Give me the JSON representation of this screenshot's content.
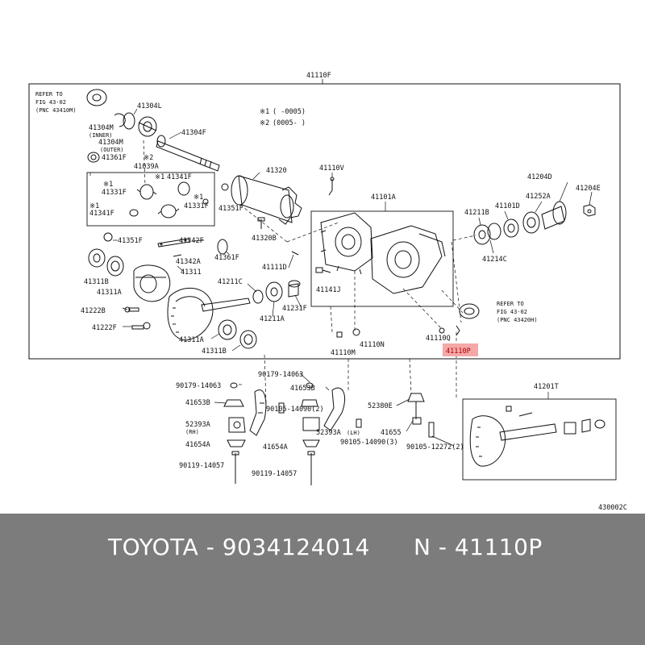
{
  "diagram": {
    "assembly_label": "41110F",
    "code": "430002C",
    "legend": {
      "l1_mark": "※1",
      "l1_text": "(     -0005)",
      "l2_mark": "※2",
      "l2_text": "(0005-     )"
    },
    "refer_top": {
      "l1": "REFER TO",
      "l2": "FIG 43-02",
      "l3": "(PNC 43410M)"
    },
    "refer_right": {
      "l1": "REFER TO",
      "l2": "FIG 43-02",
      "l3": "(PNC 43420H)"
    },
    "labels": {
      "p41304L": "41304L",
      "p41304M_inner": "41304M",
      "inner": "(INNER)",
      "p41304M_outer": "41304M",
      "outer": "(OUTER)",
      "p41304F": "41304F",
      "p41361F_a": "41361F",
      "mark2": "※2",
      "p41039A": "41039A",
      "mark1_a": "※1",
      "p41341F_a": "41341F",
      "mark1_b": "※1",
      "p41331F_a": "41331F",
      "mark1_c": "※1",
      "p41341F_b": "41341F",
      "mark1_d": "※1",
      "p41331F_b": "41331F",
      "p41351F_a": "41351F",
      "p41351F_b": "41351F",
      "p41342F": "41342F",
      "p41361F_b": "41361F",
      "p41342A": "41342A",
      "p41311": "41311",
      "p41311B_a": "41311B",
      "p41311A_a": "41311A",
      "p41222B": "41222B",
      "p41222F": "41222F",
      "p41311A_b": "41311A",
      "p41311B_b": "41311B",
      "p41320": "41320",
      "p41320B": "41320B",
      "p41110V": "41110V",
      "p41101A": "41101A",
      "p41111D": "41111D",
      "p41141J": "41141J",
      "p41211C": "41211C",
      "p41231F": "41231F",
      "p41211A": "41211A",
      "p41110N": "41110N",
      "p41110M": "41110M",
      "p41110Q": "41110Q",
      "p41110P": "41110P",
      "p41211B": "41211B",
      "p41101D": "41101D",
      "p41252A": "41252A",
      "p41204D": "41204D",
      "p41204E": "41204E",
      "p41214C": "41214C",
      "p90179_a": "90179-14063",
      "p90179_b": "90179-14063",
      "p41653B_a": "41653B",
      "p41653B_b": "41653B",
      "p90105_2": "90105-14090(2)",
      "p52393A_rh": "52393A",
      "rh": "(RH)",
      "p52393A_lh": "52393A",
      "lh": "(LH)",
      "p90105_3": "90105-14090(3)",
      "p41654A_a": "41654A",
      "p41654A_b": "41654A",
      "p90119_a": "90119-14057",
      "p90119_b": "90119-14057",
      "p52380E": "52380E",
      "p41655": "41655",
      "p90105_12272": "90105-12272(2)",
      "p41201T": "41201T"
    }
  },
  "footer": {
    "left": "TOYOTA - 9034124014",
    "right": "N - 41110P"
  },
  "colors": {
    "footer_bg": "#7c7c7c",
    "highlight": "#f5a8a8",
    "line": "#111111"
  }
}
